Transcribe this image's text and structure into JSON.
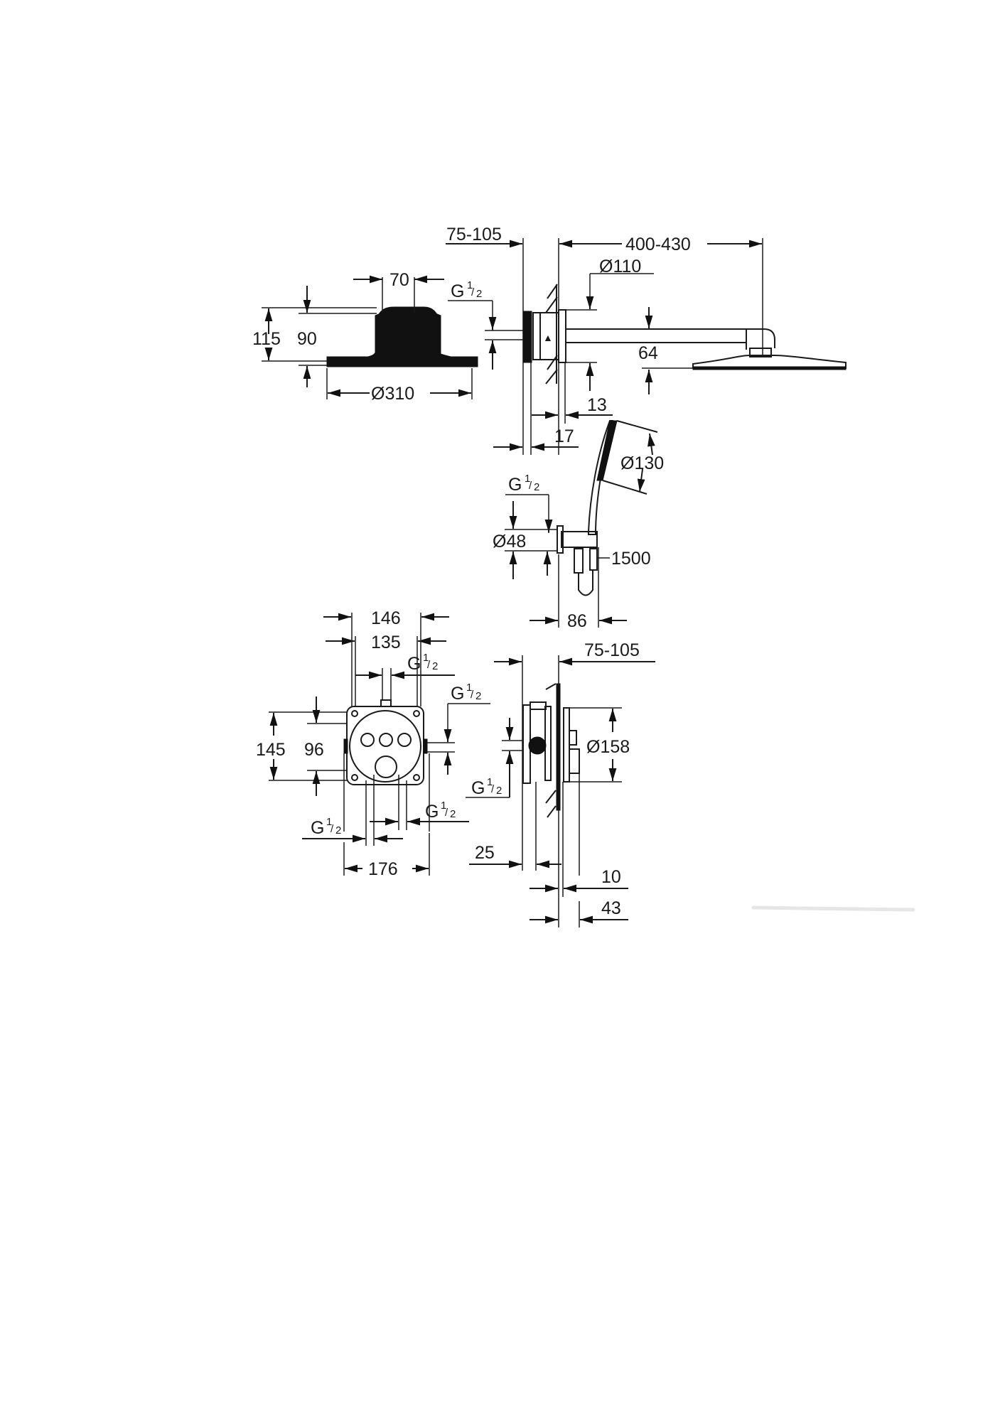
{
  "document": {
    "type": "technical dimension drawing",
    "subject": "concealed shower system with overhead shower, shower arm, hand shower with wall outlet, and SmartControl concealed mixer body"
  },
  "views": {
    "head_shower_side": {
      "labels": {
        "width_top": "70",
        "height_total": "115",
        "height_body": "90",
        "diameter": "Ø310"
      }
    },
    "shower_arm_side": {
      "labels": {
        "wall_depth": "75-105",
        "arm_length": "400-430",
        "flange_diameter": "Ø110",
        "thread": "G",
        "thread_frac_num": "1",
        "thread_frac_den": "2",
        "arm_height": "64",
        "offset_13": "13",
        "offset_17": "17"
      }
    },
    "hand_shower": {
      "labels": {
        "head_diameter": "Ø130",
        "thread": "G",
        "thread_frac_num": "1",
        "thread_frac_den": "2",
        "outlet_diameter": "Ø48",
        "hose_length": "1500",
        "projection": "86"
      }
    },
    "mixer_body_front": {
      "labels": {
        "outer_width": "146",
        "inner_width": "135",
        "outer_height": "145",
        "inner_height": "96",
        "overall_width": "176",
        "thread_top": "G",
        "thread_right": "G",
        "thread_bottom_left": "G",
        "thread_bottom_right": "G",
        "frac_num": "1",
        "frac_den": "2"
      },
      "buttons_count": "3"
    },
    "mixer_body_side": {
      "labels": {
        "wall_depth": "75-105",
        "plate_diameter": "Ø158",
        "thread": "G",
        "frac_num": "1",
        "frac_den": "2",
        "depth_25": "25",
        "depth_10": "10",
        "depth_43": "43"
      }
    }
  },
  "colors": {
    "ink": "#1a1a1a",
    "paper": "#ffffff"
  }
}
